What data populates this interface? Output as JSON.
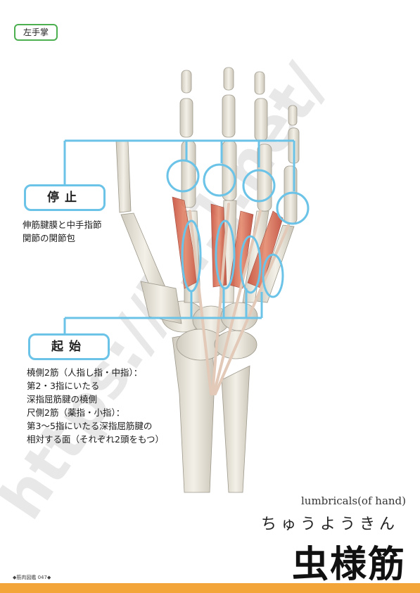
{
  "tag": "左手掌",
  "insertion": {
    "heading": "停止",
    "lines": [
      "伸筋腱膜と中手指節",
      "関節の関節包"
    ]
  },
  "origin": {
    "heading": "起始",
    "lines": [
      "橈側2筋（人指し指・中指）：",
      "第2・3指にいたる",
      "深指屈筋腱の橈側",
      "尺側2筋（薬指・小指）：",
      "第3～5指にいたる深指屈筋腱の",
      "相対する面（それぞれ2頭をもつ）"
    ]
  },
  "watermark": "https://[...].net/",
  "english_name": "lumbricals(of hand)",
  "reading": "ちゅうようきん",
  "title": "虫様筋",
  "page_number": "◆筋肉図鑑 047◆",
  "colors": {
    "accent_blue": "#6cc3e8",
    "tag_green": "#4caf50",
    "footer_orange": "#f4a53a",
    "muscle_red": "#d9604a",
    "bone": "#e8e4d8"
  }
}
